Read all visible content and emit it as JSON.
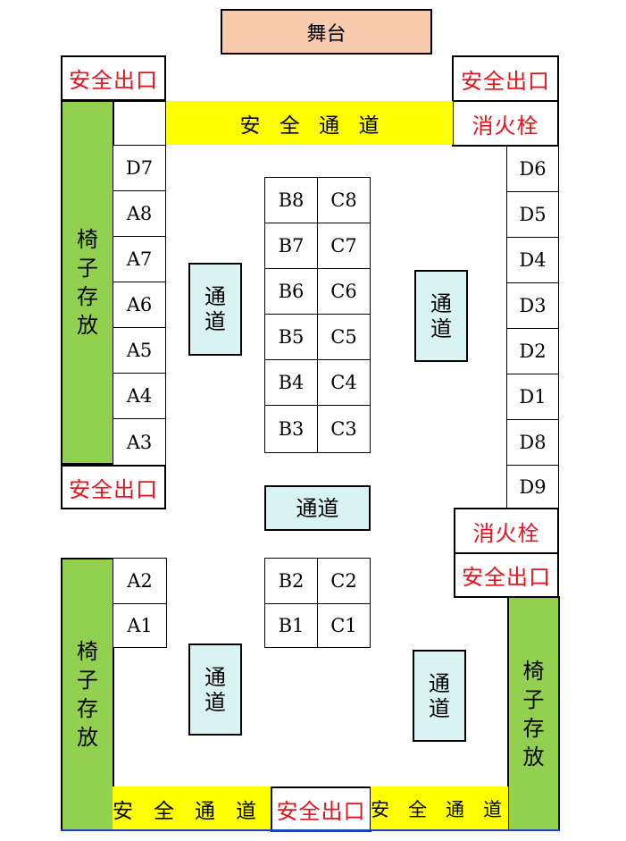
{
  "stage": "舞台",
  "safe_exit": "安全出口",
  "fire_hydrant": "消火栓",
  "safe_passage": "安 全 通 道",
  "safe_passage_bottom": "安　全　通　道",
  "chair_storage": [
    "椅",
    "子",
    "存",
    "放"
  ],
  "aisle_vertical": [
    "通",
    "道"
  ],
  "aisle_horizontal": "通道",
  "seats": {
    "a_top": [
      "D7",
      "A8",
      "A7",
      "A6",
      "A5",
      "A4",
      "A3"
    ],
    "a_bottom": [
      "A2",
      "A1"
    ],
    "d_right": [
      "D6",
      "D5",
      "D4",
      "D3",
      "D2",
      "D1",
      "D8",
      "D9"
    ],
    "b_top": [
      "B8",
      "B7",
      "B6",
      "B5",
      "B4",
      "B3"
    ],
    "c_top": [
      "C8",
      "C7",
      "C6",
      "C5",
      "C4",
      "C3"
    ],
    "b_bottom": [
      "B2",
      "B1"
    ],
    "c_bottom": [
      "C2",
      "C1"
    ]
  },
  "colors": {
    "stage": "#f8cbad",
    "passage": "#ffff00",
    "storage": "#92d050",
    "aisle": "#d9f3f3",
    "exit_text": "#e8141c"
  }
}
